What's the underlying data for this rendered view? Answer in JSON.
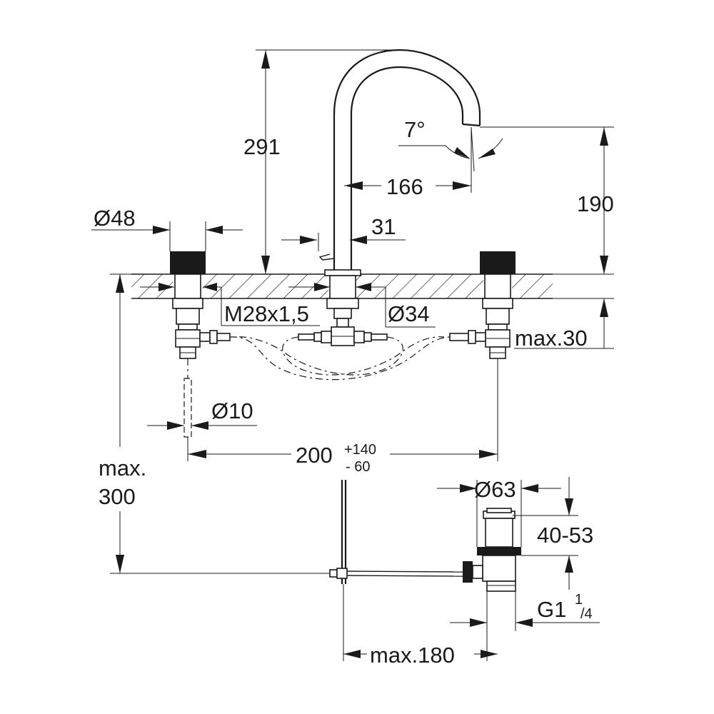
{
  "dimensions": {
    "height_total": "291",
    "spout_angle": "7°",
    "spout_reach": "166",
    "spout_height": "190",
    "handle_diameter": "Ø48",
    "spout_offset": "31",
    "thread": "M28x1,5",
    "spout_base_diameter": "Ø34",
    "max_depth_below": "max.30",
    "hose_diameter": "Ø10",
    "spread_nominal": "200",
    "spread_plus": "+140",
    "spread_minus": "- 60",
    "max_height_line1": "max.",
    "max_height_line2": "300",
    "drain_diameter": "Ø63",
    "drain_thickness": "40-53",
    "drain_thread_main": "G1",
    "drain_thread_num": "1",
    "drain_thread_den": "/4",
    "rod_length": "max.180"
  }
}
